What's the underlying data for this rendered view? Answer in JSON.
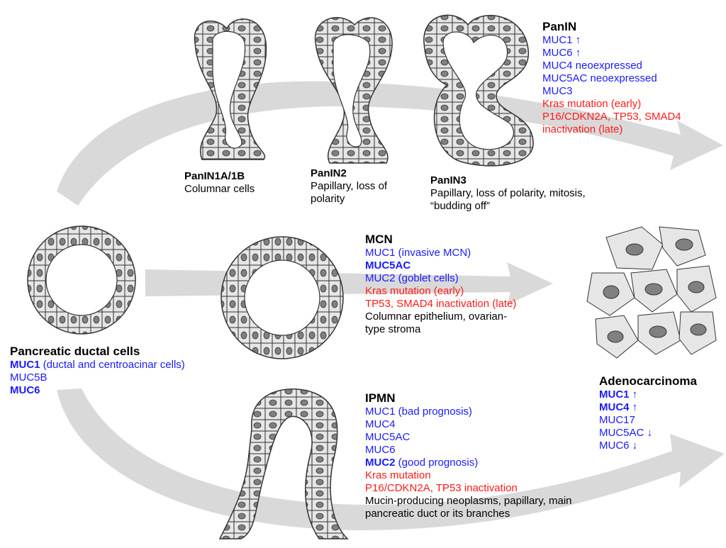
{
  "colors": {
    "blue": "#1a1aff",
    "red": "#ff1a1a",
    "arrow": "#d9d9d9",
    "cell": "#e6e6e6",
    "nucleus": "#808080"
  },
  "panin": {
    "title": "PanIN",
    "lines": [
      {
        "pre": "MUC1 ",
        "arrow": "↑",
        "post": "",
        "color": "blue",
        "bold": ""
      },
      {
        "pre": "MUC6 ",
        "arrow": "↑",
        "post": "",
        "color": "blue",
        "bold": ""
      },
      {
        "pre": "MUC4 neoexpressed",
        "arrow": "",
        "post": "",
        "color": "blue",
        "bold": ""
      },
      {
        "pre": "MUC5AC neoexpressed",
        "arrow": "",
        "post": "",
        "color": "blue",
        "bold": ""
      },
      {
        "pre": "MUC3",
        "arrow": "",
        "post": "",
        "color": "blue",
        "bold": ""
      },
      {
        "pre": "Kras mutation (early)",
        "arrow": "",
        "post": "",
        "color": "red",
        "bold": ""
      },
      {
        "pre": "P16/CDKN2A, TP53, SMAD4",
        "arrow": "",
        "post": "",
        "color": "red",
        "bold": ""
      },
      {
        "pre": "inactivation (late)",
        "arrow": "",
        "post": "",
        "color": "red",
        "bold": ""
      }
    ]
  },
  "panin1": {
    "title": "PanIN1A/1B",
    "desc": [
      "Columnar cells"
    ]
  },
  "panin2": {
    "title": "PanIN2",
    "desc": [
      "Papillary, loss of",
      "polarity"
    ]
  },
  "panin3": {
    "title": "PanIN3",
    "desc": [
      "Papillary, loss of polarity, mitosis,",
      "“budding off”"
    ]
  },
  "mcn": {
    "title": "MCN",
    "lines": [
      {
        "bold": "",
        "text": "MUC1 (invasive MCN)",
        "color": "blue"
      },
      {
        "bold": "MUC5AC",
        "text": "",
        "color": "blue"
      },
      {
        "bold": "",
        "text": "MUC2 (goblet cells)",
        "color": "blue"
      },
      {
        "bold": "",
        "text": "Kras mutation (early)",
        "color": "red"
      },
      {
        "bold": "",
        "text": "TP53, SMAD4 inactivation (late)",
        "color": "red"
      },
      {
        "bold": "",
        "text": "Columnar epithelium, ovarian-",
        "color": "black"
      },
      {
        "bold": "",
        "text": "type stroma",
        "color": "black"
      }
    ]
  },
  "ductal": {
    "title": "Pancreatic ductal cells",
    "lines": [
      {
        "bold": "MUC1",
        "text": " (ductal and centroacinar cells)",
        "color": "blue"
      },
      {
        "bold": "",
        "text": "MUC5B",
        "color": "blue"
      },
      {
        "bold": "MUC6",
        "text": "",
        "color": "blue"
      }
    ]
  },
  "ipmn": {
    "title": "IPMN",
    "lines": [
      {
        "bold": "",
        "text": "MUC1 (bad prognosis)",
        "color": "blue"
      },
      {
        "bold": "",
        "text": "MUC4",
        "color": "blue"
      },
      {
        "bold": "",
        "text": "MUC5AC",
        "color": "blue"
      },
      {
        "bold": "",
        "text": "MUC6",
        "color": "blue"
      },
      {
        "bold": "MUC2",
        "text": " (good prognosis)",
        "color": "blue"
      },
      {
        "bold": "",
        "text": "Kras mutation",
        "color": "red"
      },
      {
        "bold": "",
        "text": "P16/CDKN2A, TP53 inactivation",
        "color": "red"
      },
      {
        "bold": "",
        "text": "Mucin-producing neoplasms, papillary, main",
        "color": "black"
      },
      {
        "bold": "",
        "text": "pancreatic duct or its branches",
        "color": "black"
      }
    ]
  },
  "adeno": {
    "title": "Adenocarcinoma",
    "lines": [
      {
        "bold": "MUC1",
        "text": " ↑",
        "color": "blue"
      },
      {
        "bold": "MUC4",
        "text": " ↑",
        "color": "blue"
      },
      {
        "bold": "",
        "text": "MUC17",
        "color": "blue"
      },
      {
        "bold": "",
        "text": "MUC5AC ↓",
        "color": "blue"
      },
      {
        "bold": "",
        "text": "MUC6 ↓",
        "color": "blue"
      }
    ]
  }
}
